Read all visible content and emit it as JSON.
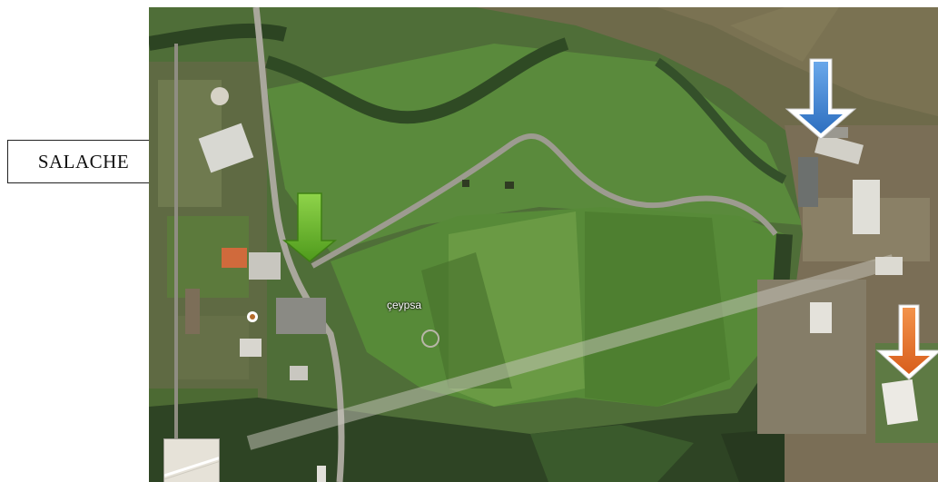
{
  "location_label": "SALACHE",
  "map": {
    "place_label": "çeypsa",
    "place_icon": "map-pin-icon",
    "markers": [
      {
        "name": "green-arrow-marker",
        "color": "#6cb52a",
        "icon": "arrow-down-icon"
      },
      {
        "name": "blue-arrow-marker",
        "color": "#3f86d8",
        "icon": "arrow-down-icon"
      },
      {
        "name": "orange-arrow-marker",
        "color": "#e8742c",
        "icon": "arrow-down-icon"
      }
    ],
    "thumbnail": "map-view-thumbnail"
  }
}
